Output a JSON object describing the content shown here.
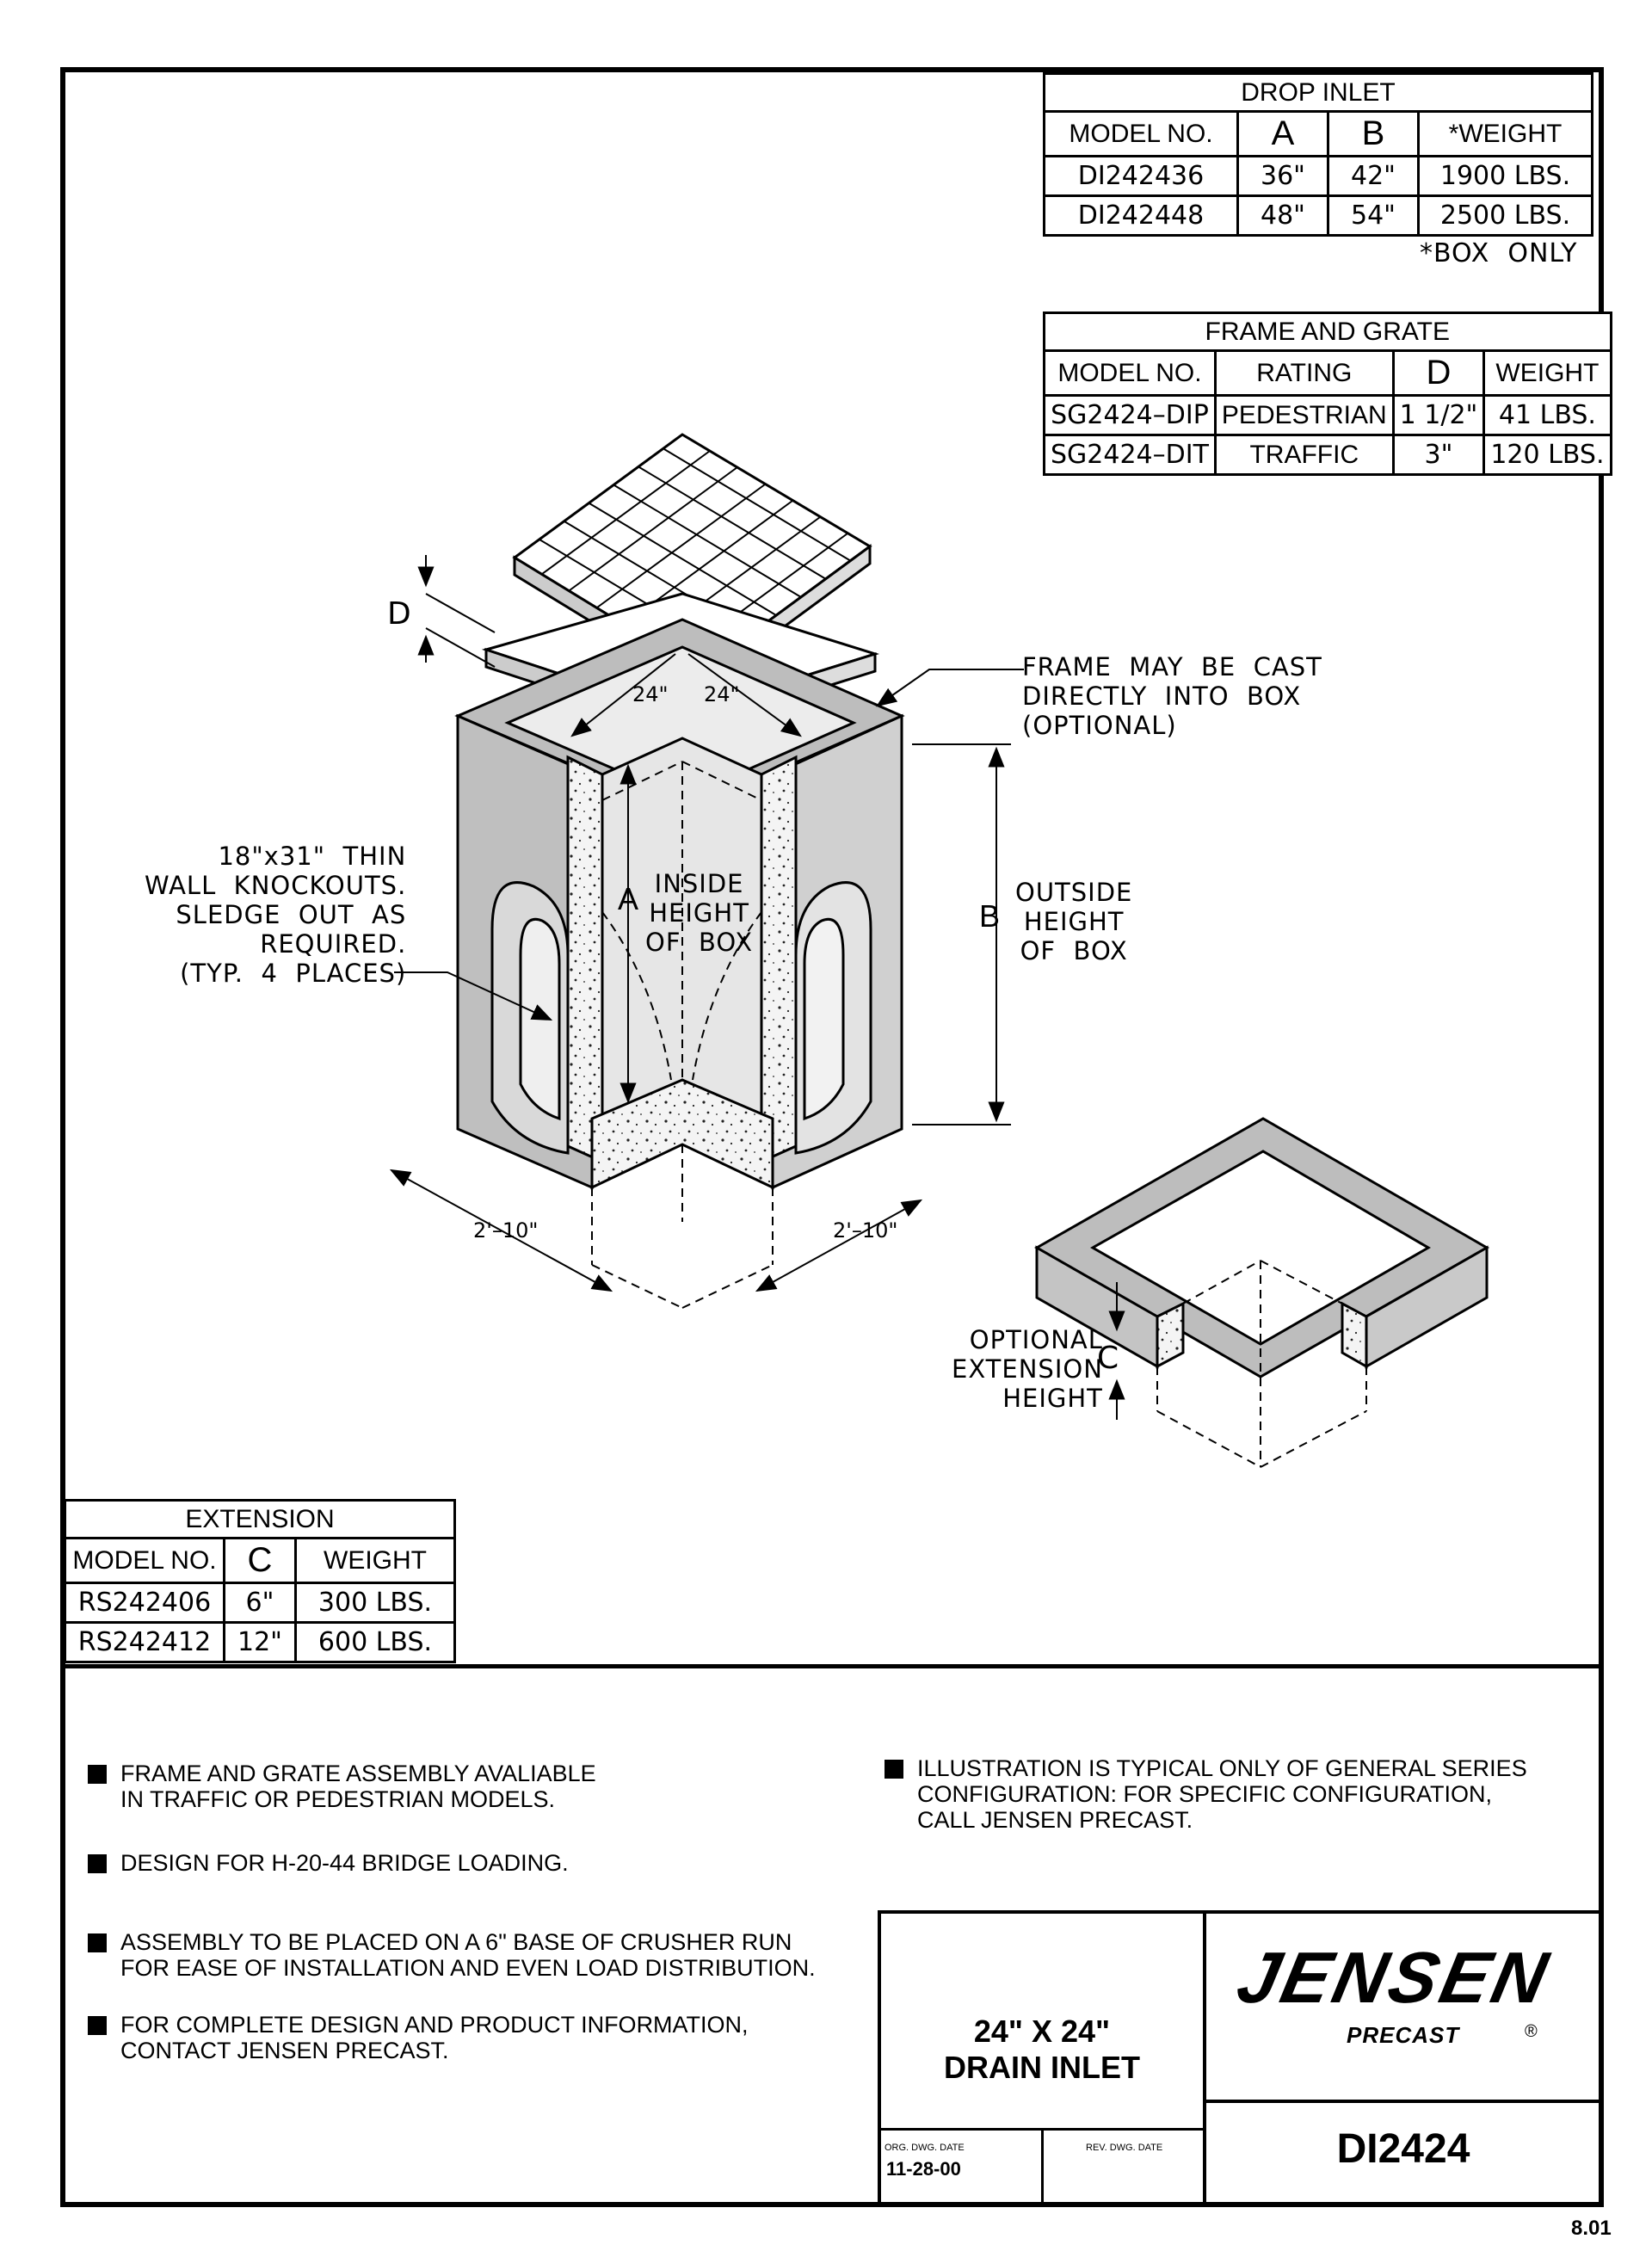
{
  "drop_inlet_table": {
    "title": "DROP INLET",
    "headers": [
      "MODEL NO.",
      "A",
      "B",
      "*WEIGHT"
    ],
    "rows": [
      [
        "DI242436",
        "36\"",
        "42\"",
        "1900  LBS."
      ],
      [
        "DI242448",
        "48\"",
        "54\"",
        "2500  LBS."
      ]
    ],
    "footnote": "*BOX  ONLY"
  },
  "frame_grate_table": {
    "title": "FRAME AND GRATE",
    "headers": [
      "MODEL NO.",
      "RATING",
      "D",
      "WEIGHT"
    ],
    "rows": [
      [
        "SG2424–DIP",
        "PEDESTRIAN",
        "1  1/2\"",
        "41  LBS."
      ],
      [
        "SG2424–DIT",
        "TRAFFIC",
        "3\"",
        "120  LBS."
      ]
    ]
  },
  "extension_table": {
    "title": "EXTENSION",
    "headers": [
      "MODEL NO.",
      "C",
      "WEIGHT"
    ],
    "rows": [
      [
        "RS242406",
        "6\"",
        "300  LBS."
      ],
      [
        "RS242412",
        "12\"",
        "600  LBS."
      ]
    ]
  },
  "drawing_labels": {
    "d": "D",
    "a": "A",
    "b": "B",
    "c": "C",
    "dim_24_left": "24\"",
    "dim_24_right": "24\"",
    "dim_base_left": "2'–10\"",
    "dim_base_right": "2'–10\"",
    "frame_note": "FRAME  MAY  BE  CAST\nDIRECTLY  INTO  BOX\n(OPTIONAL)",
    "knockout_note": "18\"x31\"  THIN\nWALL  KNOCKOUTS.\nSLEDGE  OUT  AS\nREQUIRED.\n(TYP.  4  PLACES)",
    "inside_height": "INSIDE\nHEIGHT\nOF  BOX",
    "outside_height": "OUTSIDE\nHEIGHT\nOF  BOX",
    "extension_note": "OPTIONAL\nEXTENSION\nHEIGHT"
  },
  "notes": {
    "n1": "FRAME AND GRATE ASSEMBLY AVALIABLE\nIN TRAFFIC OR PEDESTRIAN MODELS.",
    "n2": "DESIGN FOR H-20-44 BRIDGE LOADING.",
    "n3": "ASSEMBLY TO BE PLACED ON A 6\" BASE OF CRUSHER RUN\nFOR EASE OF INSTALLATION AND EVEN LOAD DISTRIBUTION.",
    "n4": "FOR COMPLETE DESIGN AND PRODUCT INFORMATION,\nCONTACT JENSEN PRECAST.",
    "n5": "ILLUSTRATION IS TYPICAL ONLY OF GENERAL SERIES\nCONFIGURATION: FOR SPECIFIC CONFIGURATION,\nCALL JENSEN PRECAST."
  },
  "title_block": {
    "title_line1": "24\" X 24\"",
    "title_line2": "DRAIN INLET",
    "org_date_label": "ORG. DWG. DATE",
    "org_date": "11-28-00",
    "rev_date_label": "REV. DWG. DATE",
    "logo_main": "JENSEN",
    "logo_sub": "PRECAST",
    "logo_mark": "®",
    "drawing_no": "DI2424"
  },
  "page_number": "8.01"
}
